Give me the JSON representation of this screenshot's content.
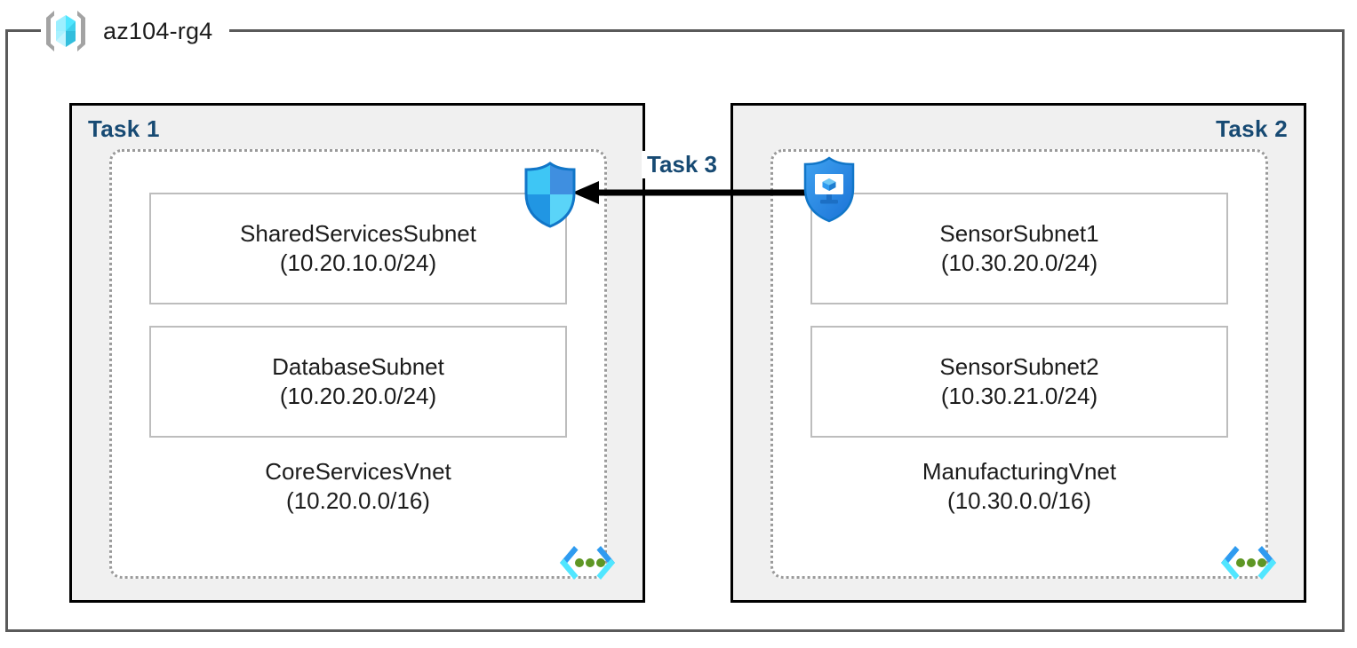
{
  "resource_group": {
    "name": "az104-rg4",
    "icon": "azure-resource-group-cube-icon"
  },
  "tasks": [
    {
      "label": "Task 1",
      "label_align": "left",
      "vnet": {
        "name": "CoreServicesVnet",
        "cidr": "(10.20.0.0/16)",
        "icon": "virtual-network-icon",
        "subnets": [
          {
            "name": "SharedServicesSubnet",
            "cidr": "(10.20.10.0/24)"
          },
          {
            "name": "DatabaseSubnet",
            "cidr": "(10.20.20.0/24)"
          }
        ]
      },
      "service_icon": "shield-quadrant-icon"
    },
    {
      "label": "Task 2",
      "label_align": "right",
      "vnet": {
        "name": "ManufacturingVnet",
        "cidr": "(10.30.0.0/16)",
        "icon": "virtual-network-icon",
        "subnets": [
          {
            "name": "SensorSubnet1",
            "cidr": "(10.30.20.0/24)"
          },
          {
            "name": "SensorSubnet2",
            "cidr": "(10.30.21.0/24)"
          }
        ]
      },
      "service_icon": "shield-monitor-cube-icon"
    }
  ],
  "connection": {
    "label": "Task 3",
    "direction": "right-to-left",
    "icon": "arrow-left-icon"
  },
  "colors": {
    "task_label": "#174a73",
    "task_fill": "#f0f0f0",
    "task_border": "#000000",
    "vnet_border": "#9a9a9a",
    "subnet_border": "#bdbdbd",
    "frame_border": "#5a5a5a",
    "arrow": "#000000",
    "azure_blue": "#32a0ef",
    "azure_cyan": "#50e6ff",
    "vnet_green": "#5e9624"
  }
}
